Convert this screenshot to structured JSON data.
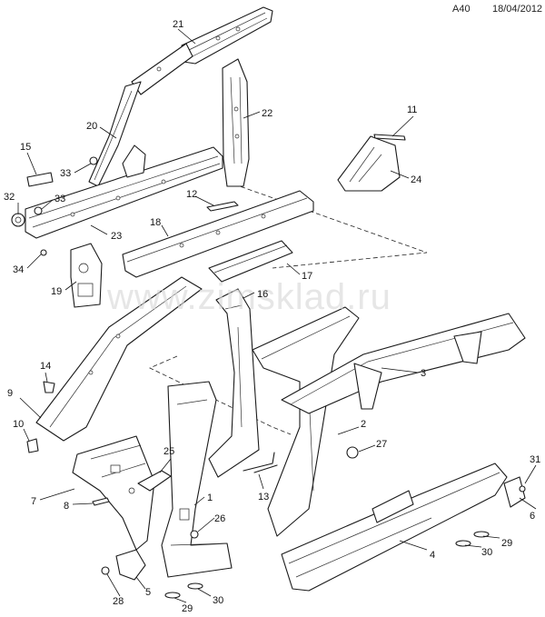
{
  "header": {
    "code": "A40",
    "date": "18/04/2012"
  },
  "watermark": "www.zimsklad.ru",
  "callouts": [
    "1",
    "2",
    "3",
    "4",
    "5",
    "6",
    "7",
    "8",
    "9",
    "10",
    "11",
    "12",
    "13",
    "14",
    "15",
    "16",
    "17",
    "18",
    "19",
    "20",
    "21",
    "22",
    "23",
    "24",
    "25",
    "26",
    "27",
    "28",
    "29",
    "29",
    "30",
    "30",
    "31",
    "32",
    "33",
    "33",
    "34"
  ]
}
